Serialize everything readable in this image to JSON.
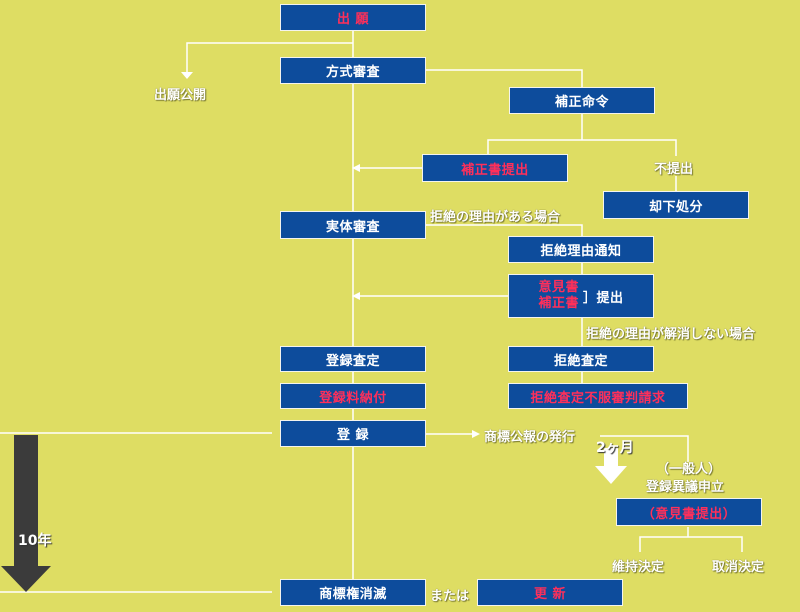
{
  "boxes": {
    "application": "出 願",
    "formality_exam": "方式審査",
    "amendment_order": "補正命令",
    "amendment_submit": "補正書提出",
    "dismissal": "却下処分",
    "substantive_exam": "実体審査",
    "refusal_notice": "拒絶理由通知",
    "opinion_line1": "意見書",
    "opinion_line2": "補正書",
    "opinion_submit_suffix": "］提出",
    "registration_decision": "登録査定",
    "refusal_decision": "拒絶査定",
    "registration_fee": "登録料納付",
    "appeal": "拒絶査定不服審判請求",
    "registration": "登 録",
    "opposition_opinion": "（意見書提出）",
    "expiry": "商標権消滅",
    "renewal": "更 新"
  },
  "labels": {
    "publication": "出願公開",
    "no_submission": "不提出",
    "refusal_reason_exists": "拒絶の理由がある場合",
    "refusal_not_resolved": "拒絶の理由が解消しない場合",
    "gazette": "商標公報の発行",
    "two_months": "2ヶ月",
    "opposition_party": "（一般人）",
    "opposition_filing": "登録異議申立",
    "maintain": "維持決定",
    "revoke": "取消決定",
    "ten_years": "10年",
    "or": "または"
  },
  "colors": {
    "background": "#dedd63",
    "box": "#0d4c9c",
    "box_text": "#ffffff",
    "highlight_text": "#ff2f5a",
    "line": "#ffffff"
  }
}
